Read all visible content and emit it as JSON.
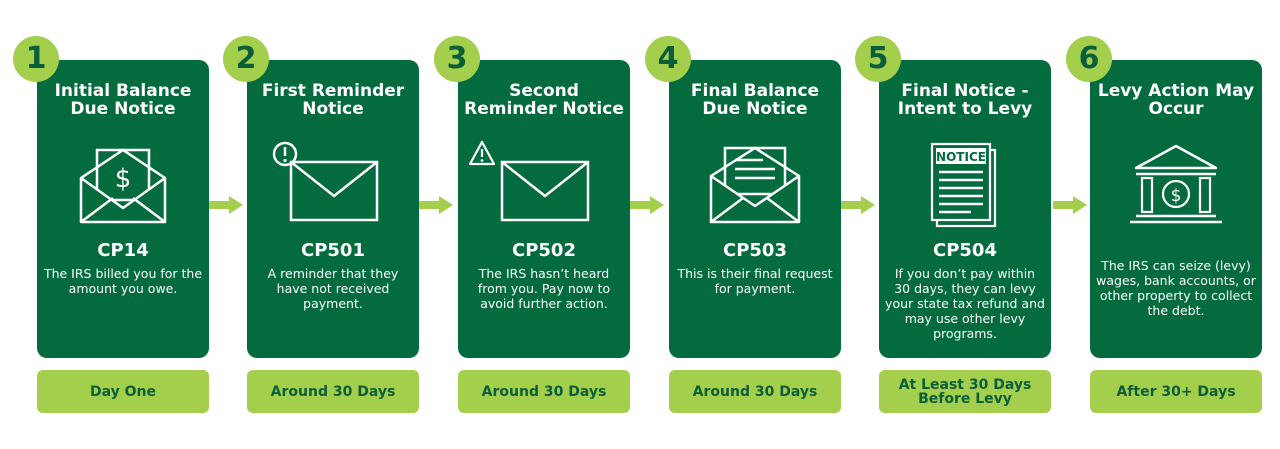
{
  "colors": {
    "card": "#046b3f",
    "accent": "#a3cf4c",
    "number_text": "#0b5e3a",
    "white": "#ffffff"
  },
  "steps": [
    {
      "number": "1",
      "title": "Initial Balance Due Notice",
      "code": "CP14",
      "description": "The IRS billed you for the amount you owe.",
      "timing": "Day One",
      "icon": "envelope-dollar-icon"
    },
    {
      "number": "2",
      "title": "First Reminder Notice",
      "code": "CP501",
      "description": "A reminder that they have not received payment.",
      "timing": "Around 30 Days",
      "icon": "envelope-alert-icon"
    },
    {
      "number": "3",
      "title": "Second Reminder Notice",
      "code": "CP502",
      "description": "The IRS hasn’t heard from you. Pay now to avoid further action.",
      "timing": "Around 30 Days",
      "icon": "envelope-warning-icon"
    },
    {
      "number": "4",
      "title": "Final Balance Due Notice",
      "code": "CP503",
      "description": "This is their final request for payment.",
      "timing": "Around 30 Days",
      "icon": "envelope-letter-icon"
    },
    {
      "number": "5",
      "title": "Final Notice - Intent to Levy",
      "code": "CP504",
      "description": "If you don’t pay within 30 days, they can levy your state tax refund and may use other levy programs.",
      "timing": "At Least 30 Days Before Levy",
      "icon": "notice-document-icon",
      "icon_text": "NOTICE"
    },
    {
      "number": "6",
      "title": "Levy Action May Occur",
      "code": "",
      "description": "The IRS can seize (levy) wages, bank accounts, or other property to collect the debt.",
      "timing": "After 30+ Days",
      "icon": "bank-building-icon"
    }
  ]
}
